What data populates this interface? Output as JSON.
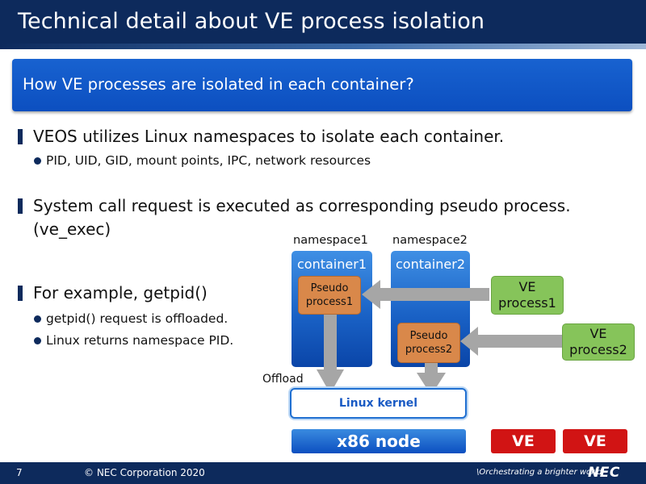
{
  "slide": {
    "title": "Technical detail about VE process isolation",
    "question": "How VE processes are isolated in each container?"
  },
  "bullets": [
    {
      "text": "VEOS utilizes Linux namespaces to isolate each container.",
      "subs": [
        "PID, UID, GID, mount points, IPC, network resources"
      ]
    },
    {
      "text": "System call request is executed as corresponding pseudo process. (ve_exec)",
      "subs": []
    },
    {
      "text": "For example, getpid()",
      "subs": [
        "getpid() request is offloaded.",
        "Linux returns namespace PID."
      ]
    }
  ],
  "diagram": {
    "namespace1": "namespace1",
    "namespace2": "namespace2",
    "container1": "container1",
    "container2": "container2",
    "pseudo1": "Pseudo process1",
    "pseudo2": "Pseudo process2",
    "ve_process1": "VE process1",
    "ve_process2": "VE process2",
    "offload": "Offload",
    "kernel": "Linux kernel",
    "x86": "x86 node",
    "ve1": "VE",
    "ve2": "VE"
  },
  "colors": {
    "navy": "#0d2a5c",
    "container_blue": "#1a62c6",
    "pseudo_orange": "#d9884a",
    "ve_green": "#86c45a",
    "ve_red": "#d11414",
    "arrow_gray": "#a6a6a6"
  },
  "footer": {
    "page_number": "7",
    "copyright": "© NEC Corporation 2020",
    "slogan": "\\Orchestrating a brighter world",
    "logo_text": "NEC"
  }
}
